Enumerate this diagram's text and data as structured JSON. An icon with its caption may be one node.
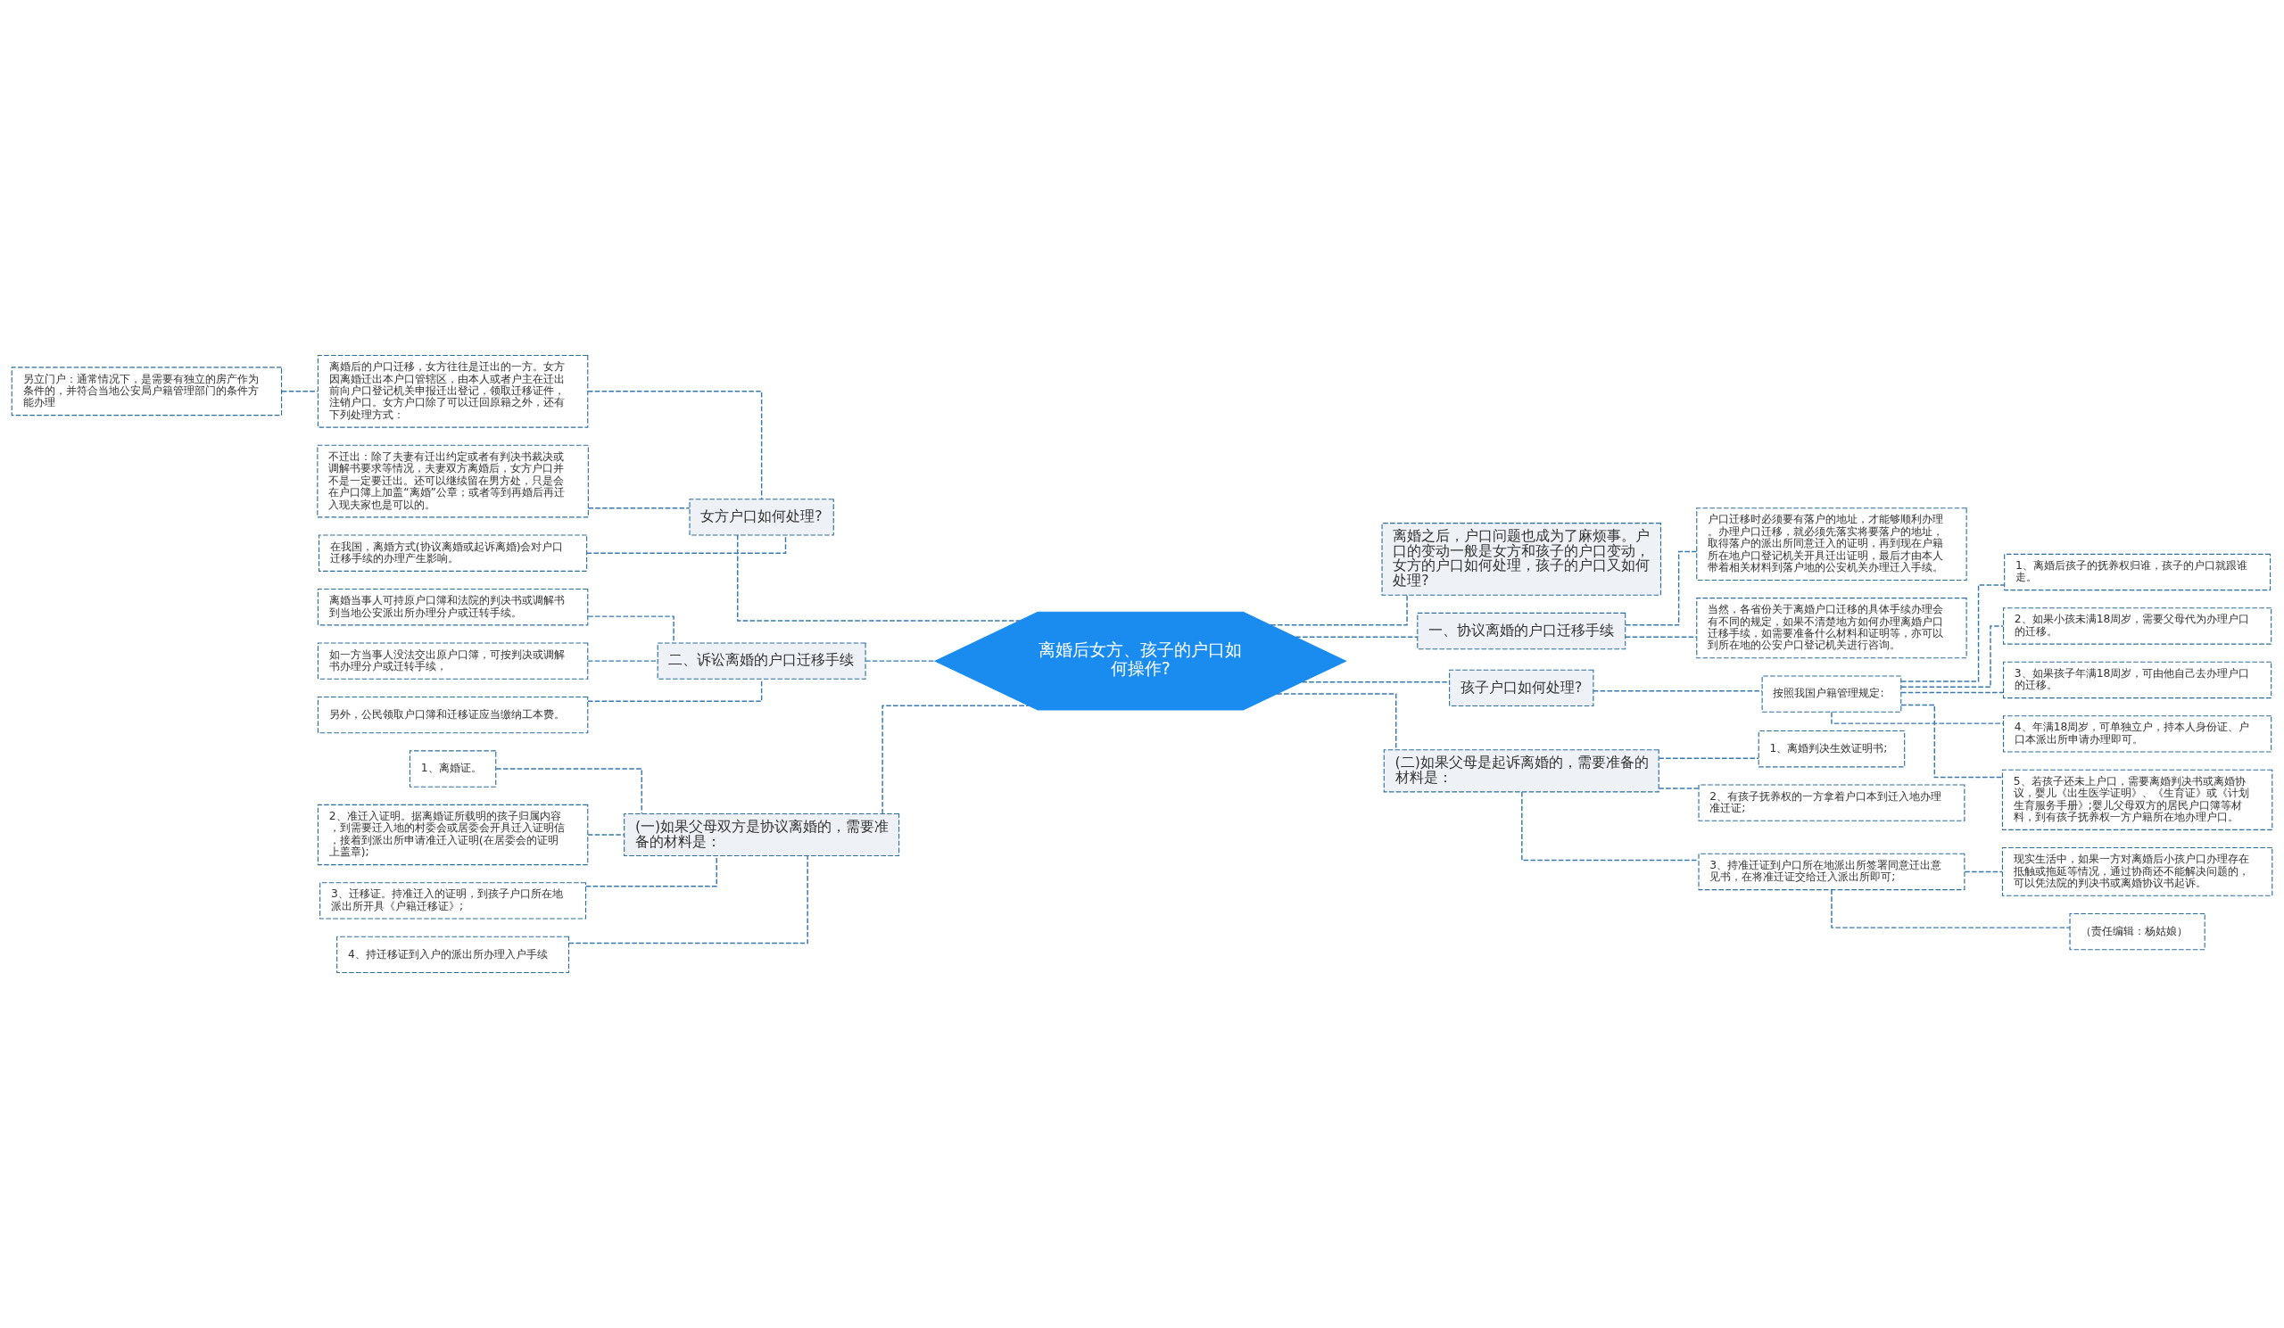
{
  "diagram": {
    "nodes": [
      {
        "text": [
          "离婚后女方、孩子的户口如何操作?"
        ]
      },
      {
        "text": [
          "女方户口如何处理?"
        ]
      },
      {
        "text": [
          "离婚后的户口迁移，女方往往是迁出的一方。女方因离婚迁出本户口管辖区，由本人或者户主在迁出前向户口登记机关申报迁出登记，领取迁移证件，注销户口。女方户口除了可以迁回原籍之外，还有下列处理方式："
        ]
      },
      {
        "text": [
          "另立门户：通常情况下，是需要有独立的房产作为条件的，并符合当地公安局户籍管理部门的条件方能办理"
        ]
      },
      {
        "text": [
          "不迁出：除了夫妻有迁出约定或者有判决书裁决或调解书要求等情况，夫妻双方离婚后，女方户口并不是一定要迁出。还可以继续留在男方处，只是会在户口簿上加盖“离婚”公章；或者等到再婚后再迁入现夫家也是可以的。"
        ]
      },
      {
        "text": [
          "在我国，离婚方式(协议离婚或起诉离婚)会对户口迁移手续的办理产生影响。"
        ]
      },
      {
        "text": [
          "二、诉讼离婚的户口迁移手续"
        ]
      },
      {
        "text": [
          "离婚当事人可持原户口簿和法院的判决书或调解书到当地公安派出所办理分户或迁转手续。"
        ]
      },
      {
        "text": [
          "如一方当事人没法交出原户口簿，可按判决或调解书办理分户或迁转手续，"
        ]
      },
      {
        "text": [
          "另外，公民领取户口簿和迁移证应当缴纳工本费。"
        ]
      },
      {
        "text": [
          "(一)如果父母双方是协议离婚的，需要准备的材料是："
        ]
      },
      {
        "text": [
          "1、离婚证。"
        ]
      },
      {
        "text": [
          "2、准迁入证明。据离婚证所载明的孩子归属内容，到需要迁入地的村委会或居委会开具迁入证明信，接着到派出所申请准迁入证明(在居委会的证明上盖章);"
        ]
      },
      {
        "text": [
          "3、迁移证。持准迁入的证明，到孩子户口所在地派出所开具《户籍迁移证》;"
        ]
      },
      {
        "text": [
          "4、持迁移证到入户的派出所办理入户手续"
        ]
      },
      {
        "text": [
          "离婚之后，户口问题也成为了麻烦事。户口的变动一般是女方和孩子的户口变动，女方的户口如何处理，孩子的户口又如何处理?"
        ]
      },
      {
        "text": [
          "一、协议离婚的户口迁移手续"
        ]
      },
      {
        "text": [
          "户口迁移时必须要有落户的地址，才能够顺利办理。办理户口迁移，就必须先落实将要落户的地址，取得落户的派出所同意迁入的证明，再到现在户籍所在地户口登记机关开具迁出证明，最后才由本人带着相关材料到落户地的公安机关办理迁入手续。"
        ]
      },
      {
        "text": [
          "当然，各省份关于离婚户口迁移的具体手续办理会有不同的规定，如果不清楚地方如何办理离婚户口迁移手续，如需要准备什么材料和证明等，亦可以到所在地的公安户口登记机关进行咨询。"
        ]
      },
      {
        "text": [
          "孩子户口如何处理?"
        ]
      },
      {
        "text": [
          "按照我国户籍管理规定:"
        ]
      },
      {
        "text": [
          "1、离婚后孩子的抚养权归谁，孩子的户口就跟谁走。"
        ]
      },
      {
        "text": [
          "2、如果小孩未满18周岁，需要父母代为办理户口的迁移。"
        ]
      },
      {
        "text": [
          "3、如果孩子年满18周岁，可由他自己去办理户口的迁移。"
        ]
      },
      {
        "text": [
          "4、年满18周岁，可单独立户，持本人身份证、户口本派出所申请办理即可。"
        ]
      },
      {
        "text": [
          "5、若孩子还未上户口，需要离婚判决书或离婚协议，婴儿《出生医学证明》、《生育证》或《计划生育服务手册》;婴儿父母双方的居民户口簿等材料，到有孩子抚养权一方户籍所在地办理户口。"
        ]
      },
      {
        "text": [
          "(二)如果父母是起诉离婚的，需要准备的材料是："
        ]
      },
      {
        "text": [
          "1、离婚判决生效证明书;"
        ]
      },
      {
        "text": [
          "2、有孩子抚养权的一方拿着户口本到迁入地办理准迁证;"
        ]
      },
      {
        "text": [
          "3、持准迁证到户口所在地派出所签署同意迁出意见书，在将准迁证交给迁入派出所即可;"
        ]
      },
      {
        "text": [
          "现实生活中，如果一方对离婚后小孩户口办理存在抵触或拖延等情况，通过协商还不能解决问题的，可以凭法院的判决书或离婚协议书起诉。"
        ]
      },
      {
        "text": [
          "（责任编辑：杨姑娘）"
        ]
      }
    ],
    "edges": [
      {
        "from": 0,
        "to": 1,
        "arrow": "none",
        "style": "dashed"
      },
      {
        "from": 1,
        "to": 2,
        "arrow": "none",
        "style": "dashed"
      },
      {
        "from": 2,
        "to": 3,
        "arrow": "none",
        "style": "dashed"
      },
      {
        "from": 1,
        "to": 4,
        "arrow": "none",
        "style": "dashed"
      },
      {
        "from": 1,
        "to": 5,
        "arrow": "none",
        "style": "dashed"
      },
      {
        "from": 0,
        "to": 6,
        "arrow": "none",
        "style": "dashed"
      },
      {
        "from": 6,
        "to": 7,
        "arrow": "none",
        "style": "dashed"
      },
      {
        "from": 6,
        "to": 8,
        "arrow": "none",
        "style": "dashed"
      },
      {
        "from": 6,
        "to": 9,
        "arrow": "none",
        "style": "dashed"
      },
      {
        "from": 0,
        "to": 10,
        "arrow": "none",
        "style": "dashed"
      },
      {
        "from": 10,
        "to": 11,
        "arrow": "none",
        "style": "dashed"
      },
      {
        "from": 10,
        "to": 12,
        "arrow": "none",
        "style": "dashed"
      },
      {
        "from": 10,
        "to": 13,
        "arrow": "none",
        "style": "dashed"
      },
      {
        "from": 10,
        "to": 14,
        "arrow": "none",
        "style": "dashed"
      },
      {
        "from": 0,
        "to": 15,
        "arrow": "none",
        "style": "dashed"
      },
      {
        "from": 0,
        "to": 16,
        "arrow": "none",
        "style": "dashed"
      },
      {
        "from": 16,
        "to": 17,
        "arrow": "none",
        "style": "dashed"
      },
      {
        "from": 16,
        "to": 18,
        "arrow": "none",
        "style": "dashed"
      },
      {
        "from": 0,
        "to": 19,
        "arrow": "none",
        "style": "dashed"
      },
      {
        "from": 19,
        "to": 20,
        "arrow": "none",
        "style": "dashed"
      },
      {
        "from": 20,
        "to": 21,
        "arrow": "none",
        "style": "dashed"
      },
      {
        "from": 20,
        "to": 22,
        "arrow": "none",
        "style": "dashed"
      },
      {
        "from": 20,
        "to": 23,
        "arrow": "none",
        "style": "dashed"
      },
      {
        "from": 20,
        "to": 24,
        "arrow": "none",
        "style": "dashed"
      },
      {
        "from": 20,
        "to": 25,
        "arrow": "none",
        "style": "dashed"
      },
      {
        "from": 0,
        "to": 26,
        "arrow": "none",
        "style": "dashed"
      },
      {
        "from": 26,
        "to": 27,
        "arrow": "none",
        "style": "dashed"
      },
      {
        "from": 26,
        "to": 28,
        "arrow": "none",
        "style": "dashed"
      },
      {
        "from": 26,
        "to": 29,
        "arrow": "none",
        "style": "dashed"
      },
      {
        "from": 29,
        "to": 30,
        "arrow": "none",
        "style": "dashed"
      },
      {
        "from": 29,
        "to": 31,
        "arrow": "none",
        "style": "dashed"
      }
    ]
  }
}
